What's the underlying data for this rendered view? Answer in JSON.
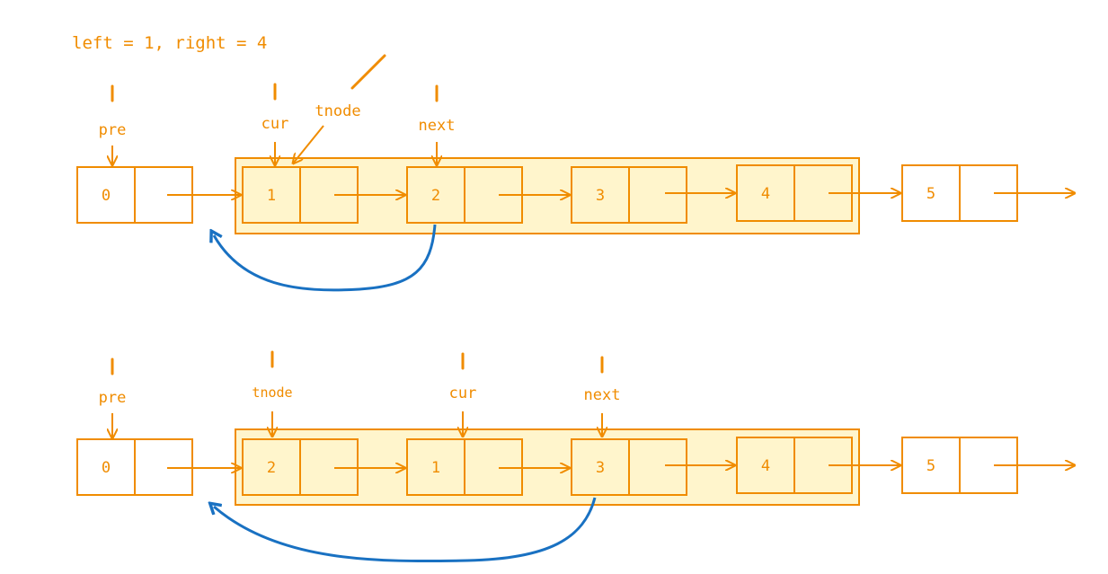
{
  "caption": "left = 1, right = 4",
  "colors": {
    "stroke": "#F08C00",
    "fill_highlight": "#FFF5CC",
    "reverse_arrow": "#1971C2"
  },
  "rows": [
    {
      "nodes": [
        "0",
        "1",
        "2",
        "3",
        "4",
        "5"
      ],
      "pointers": [
        {
          "label": "pre",
          "node": 0
        },
        {
          "label": "cur",
          "node": 1
        },
        {
          "label": "tnode",
          "node": 1
        },
        {
          "label": "next",
          "node": 2
        }
      ],
      "reverse_arrow": {
        "from": 2,
        "to": 1
      }
    },
    {
      "nodes": [
        "0",
        "2",
        "1",
        "3",
        "4",
        "5"
      ],
      "pointers": [
        {
          "label": "pre",
          "node": 0
        },
        {
          "label": "tnode",
          "node": 1
        },
        {
          "label": "cur",
          "node": 2
        },
        {
          "label": "next",
          "node": 3
        }
      ],
      "reverse_arrow": {
        "from": 3,
        "to": 1
      }
    }
  ]
}
